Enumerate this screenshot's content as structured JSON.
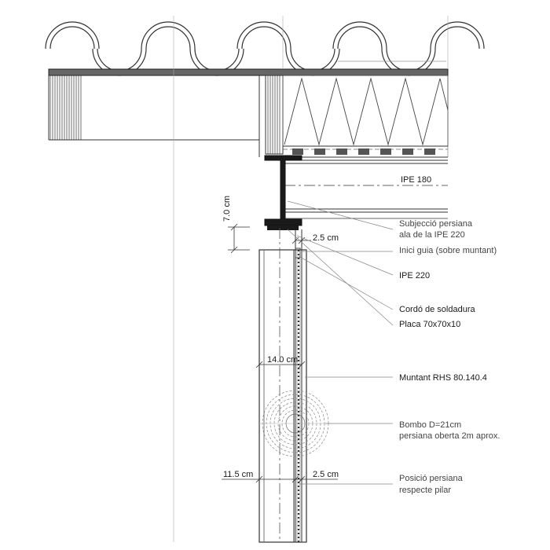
{
  "labels": {
    "ipe180": "IPE 180",
    "subjeccio_line1": "Subjecció persiana",
    "subjeccio_line2": "ala de la IPE 220",
    "inici_guia": "Inici guia (sobre muntant)",
    "ipe220": "IPE 220",
    "cordo": "Cordó de soldadura",
    "placa": "Placa 70x70x10",
    "muntant": "Muntant RHS 80.140.4",
    "bombo_line1": "Bombo D=21cm",
    "bombo_line2": "persiana oberta 2m aprox.",
    "posicio_line1": "Posició persiana",
    "posicio_line2": "respecte pilar"
  },
  "dimensions": {
    "vertical": "7.0 cm",
    "top_gap": "2.5 cm",
    "width": "14.0 cm",
    "left": "11.5 cm",
    "bottom_gap": "2.5 cm"
  },
  "colors": {
    "line": "#333333",
    "light": "#999999",
    "steel": "#1a1a1a",
    "label": "#444444"
  }
}
